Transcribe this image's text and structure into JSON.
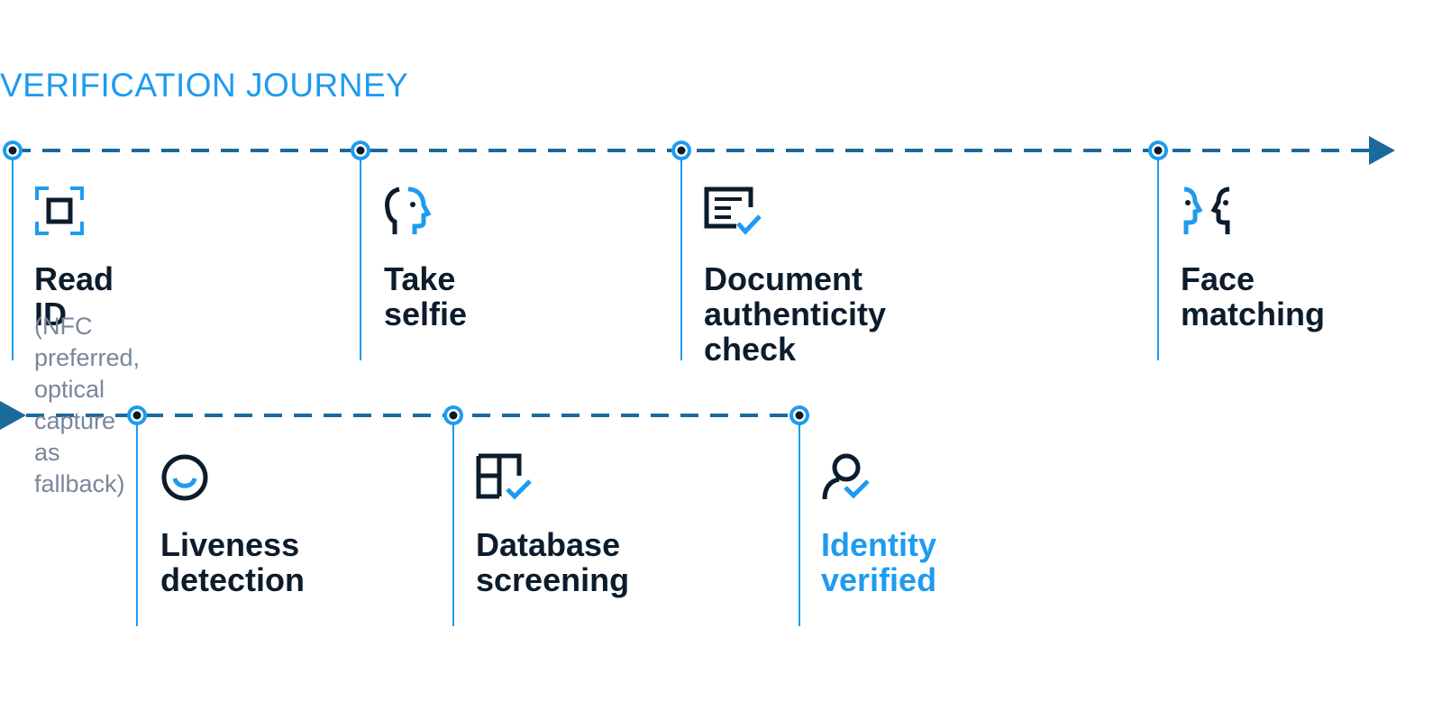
{
  "title": "VERIFICATION JOURNEY",
  "colors": {
    "accent": "#1e9bf0",
    "line": "#1b6a9c",
    "dark": "#0c1c2c",
    "muted": "#7a869a"
  },
  "steps": [
    {
      "label": "Read ID",
      "sub": "(NFC preferred, optical\ncapture as fallback)",
      "icon": "scan-frame-icon"
    },
    {
      "label": "Take selfie",
      "icon": "face-profile-icon"
    },
    {
      "label": "Document\nauthenticity check",
      "icon": "document-check-icon"
    },
    {
      "label": "Face\nmatching",
      "icon": "face-match-icon"
    },
    {
      "label": "Liveness\ndetection",
      "icon": "smile-icon"
    },
    {
      "label": "Database\nscreening",
      "icon": "database-check-icon"
    },
    {
      "label": "Identity\nverified",
      "icon": "user-check-icon"
    }
  ]
}
